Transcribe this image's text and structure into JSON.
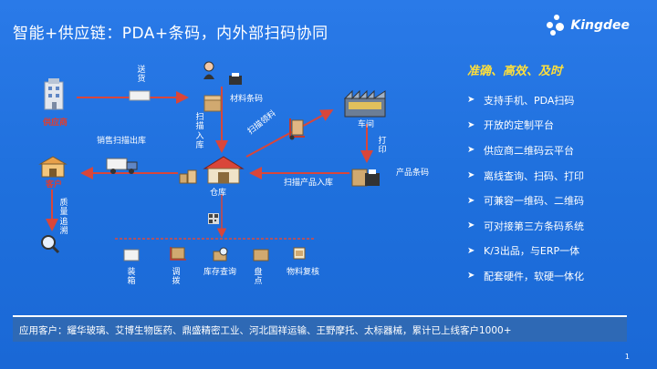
{
  "title": "智能+供应链：PDA+条码，内外部扫码协同",
  "logo_text": "Kingdee",
  "diagram": {
    "supplier": "供应商",
    "deliver": "送货",
    "material_barcode": "材料条码",
    "scan_in": "扫描入库",
    "workshop": "车间",
    "scan_pick": "扫描领料",
    "sales_scan_out": "销售扫描出库",
    "customer": "客户",
    "warehouse": "仓库",
    "print": "打印",
    "product_barcode": "产品条码",
    "scan_product_in": "扫描产品入库",
    "quality_trace": "质量追溯",
    "ops": [
      "装箱",
      "调拨",
      "库存查询",
      "盘点",
      "物料复核"
    ]
  },
  "right": {
    "heading": "准确、高效、及时",
    "items": [
      "支持手机、PDA扫码",
      "开放的定制平台",
      "供应商二维码云平台",
      "离线查询、扫码、打印",
      "可兼容一维码、二维码",
      "可对接第三方条码系统",
      "K/3出品，与ERP一体",
      "配套硬件，软硬一体化"
    ]
  },
  "footer": "应用客户：耀华玻璃、艾博生物医药、鼎盛精密工业、河北国祥运输、王野摩托、太标器械，累计已上线客户1000+",
  "page_number": "1",
  "colors": {
    "background": "#1f73e0",
    "accent": "#ffdf3a",
    "arrow_red": "#d9463a",
    "label_red": "#e03d2f"
  }
}
